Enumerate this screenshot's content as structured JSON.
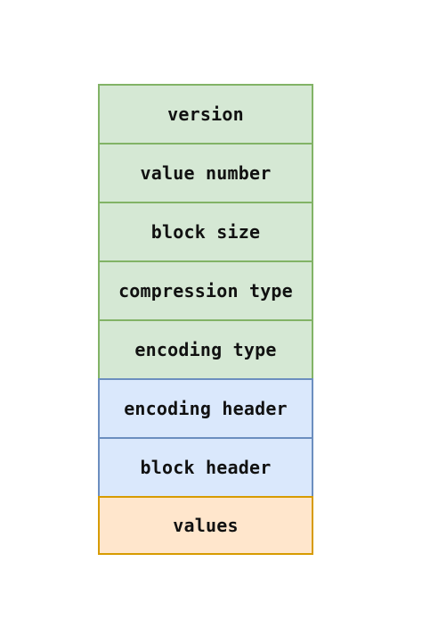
{
  "diagram": {
    "blocks": [
      {
        "label": "version",
        "fill": "#d5e8d4",
        "stroke": "#82b366"
      },
      {
        "label": "value number",
        "fill": "#d5e8d4",
        "stroke": "#82b366"
      },
      {
        "label": "block size",
        "fill": "#d5e8d4",
        "stroke": "#82b366"
      },
      {
        "label": "compression type",
        "fill": "#d5e8d4",
        "stroke": "#82b366"
      },
      {
        "label": "encoding type",
        "fill": "#d5e8d4",
        "stroke": "#82b366"
      },
      {
        "label": "encoding header",
        "fill": "#dae8fc",
        "stroke": "#6c8ebf"
      },
      {
        "label": "block header",
        "fill": "#dae8fc",
        "stroke": "#6c8ebf"
      },
      {
        "label": "values",
        "fill": "#ffe6cc",
        "stroke": "#d79b00"
      }
    ]
  }
}
